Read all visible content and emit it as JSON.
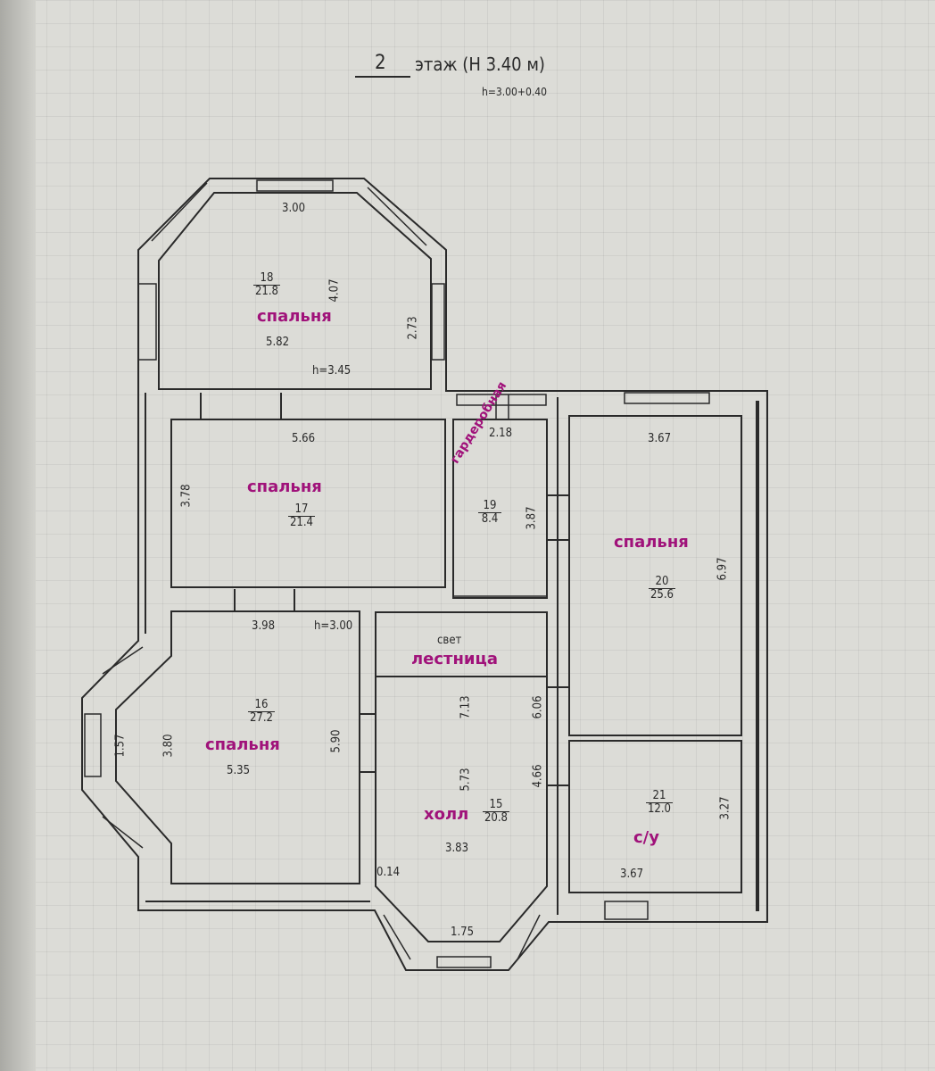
{
  "header": {
    "floor_number": "2",
    "floor_title": "этаж (Н 3.40 м)",
    "height_note": "h=3.00+0.40"
  },
  "rooms": [
    {
      "id": "18",
      "number": "18",
      "area": "21.8",
      "label": "спальня",
      "dims": [
        "3.00",
        "4.07",
        "2.73",
        "5.82"
      ],
      "height": "h=3.45"
    },
    {
      "id": "17",
      "number": "17",
      "area": "21.4",
      "label": "спальня",
      "dims": [
        "5.66",
        "3.78"
      ]
    },
    {
      "id": "19",
      "number": "19",
      "area": "8.4",
      "label": "гардеробная",
      "dims": [
        "2.18",
        "3.87"
      ]
    },
    {
      "id": "20",
      "number": "20",
      "area": "25.6",
      "label": "спальня",
      "dims": [
        "3.67",
        "6.97"
      ]
    },
    {
      "id": "16",
      "number": "16",
      "area": "27.2",
      "label": "спальня",
      "dims": [
        "3.98",
        "1.57",
        "3.80",
        "5.90",
        "5.35"
      ],
      "height": "h=3.00"
    },
    {
      "id": "stair",
      "label": "лестница",
      "note": "свет"
    },
    {
      "id": "15",
      "number": "15",
      "area": "20.8",
      "label": "холл",
      "dims": [
        "7.13",
        "6.06",
        "5.73",
        "4.66",
        "3.83",
        "0.14",
        "1.75"
      ]
    },
    {
      "id": "21",
      "number": "21",
      "area": "12.0",
      "label": "с/у",
      "dims": [
        "3.27",
        "3.67"
      ]
    }
  ],
  "colors": {
    "label": "#a0127a",
    "line": "#2a2a2a",
    "paper": "#dcdcd7"
  }
}
